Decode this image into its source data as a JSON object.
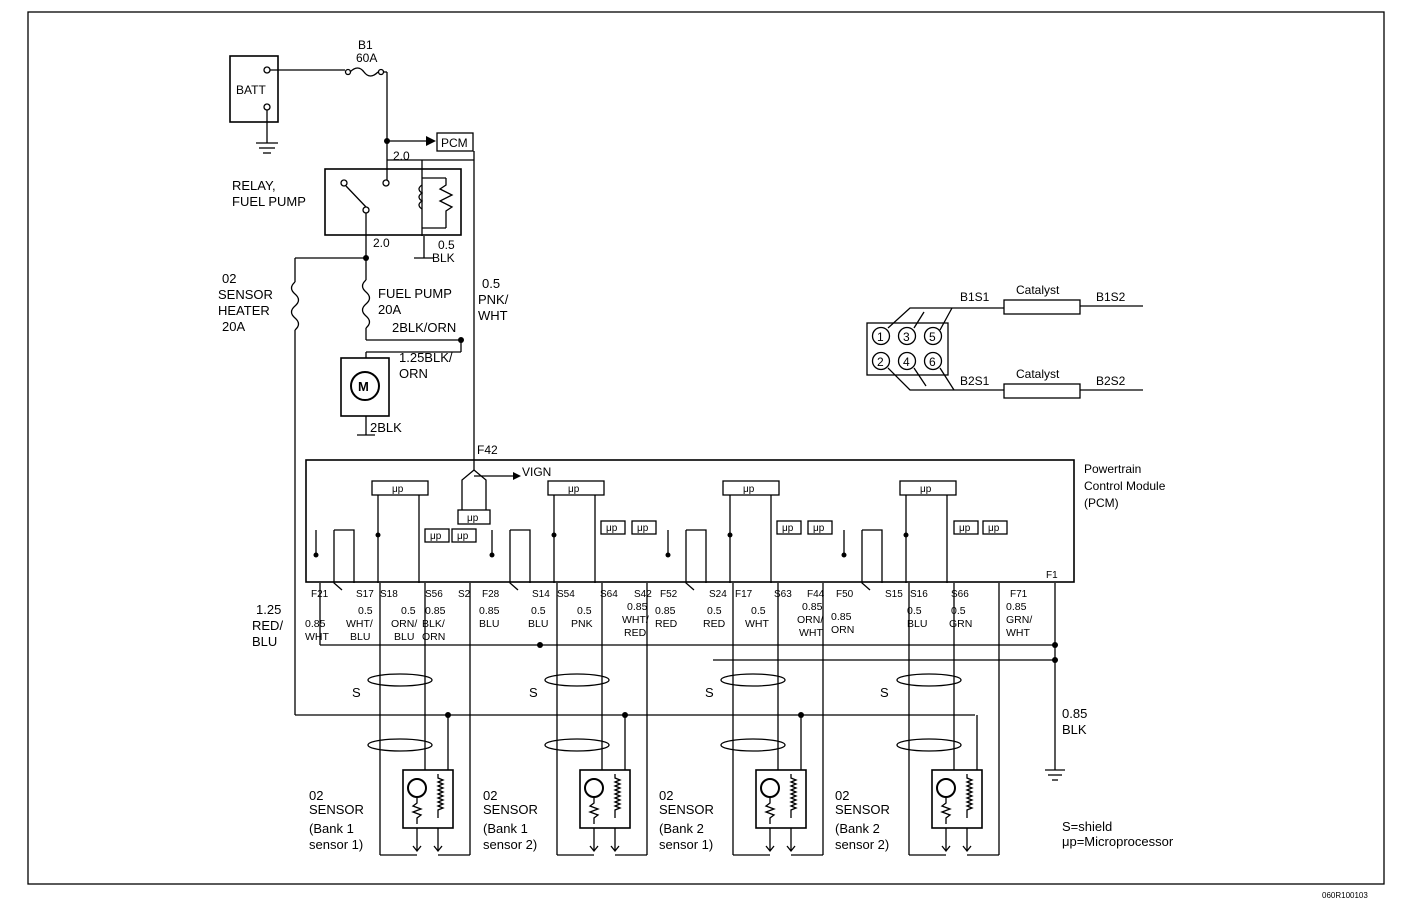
{
  "battery": {
    "label": "BATT"
  },
  "fuse_main": {
    "id": "B1",
    "rating": "60A"
  },
  "pcm_tag": "PCM",
  "relay": {
    "line1": "RELAY,",
    "line2": "FUEL PUMP",
    "in_gauge": "2.0",
    "out_gauge": "2.0",
    "coil_gauge": "0.5",
    "coil_color": "BLK"
  },
  "o2_heater_fuse": {
    "l1": "02",
    "l2": "SENSOR",
    "l3": "HEATER",
    "l4": "20A"
  },
  "fuel_pump_fuse": {
    "l1": "FUEL PUMP",
    "l2": "20A"
  },
  "wires": {
    "pump_feed": "2BLK/ORN",
    "motor_feed_1": "1.25BLK/",
    "motor_feed_2": "ORN",
    "motor_gnd": "2BLK",
    "ign_1": "0.5",
    "ign_2": "PNK/",
    "ign_3": "WHT",
    "heater_1": "1.25",
    "heater_2": "RED/",
    "heater_3": "BLU",
    "ground_1": "0.85",
    "ground_2": "BLK"
  },
  "motor_symbol": "M",
  "ign_pin": "F42",
  "vign": "VIGN",
  "micro": "μp",
  "pcm": {
    "l1": "Powertrain",
    "l2": "Control Module",
    "l3": "(PCM)",
    "corner_pin": "F1"
  },
  "pins": [
    "F21",
    "S17",
    "S18",
    "S56",
    "S2",
    "F28",
    "S14",
    "S54",
    "S64",
    "S42",
    "F52",
    "S24",
    "F17",
    "S63",
    "F44",
    "F50",
    "S15",
    "S16",
    "S66",
    "F71"
  ],
  "pin_wires": [
    [
      "0.85",
      "WHT"
    ],
    [
      "0.5",
      "WHT/",
      "BLU"
    ],
    [
      "0.5",
      "ORN/",
      "BLU"
    ],
    [
      "0.85",
      "BLK/",
      "ORN"
    ],
    [
      "0.85",
      "BLU"
    ],
    [
      "0.5",
      "BLU"
    ],
    [
      "0.5",
      "PNK"
    ],
    [
      "0.85",
      "WHT/",
      "RED"
    ],
    [
      "0.85",
      "RED"
    ],
    [
      "0.5",
      "RED"
    ],
    [
      "0.5",
      "WHT"
    ],
    [
      "0.85",
      "ORN/",
      "WHT"
    ],
    [
      "0.85",
      "ORN"
    ],
    [
      "0.5",
      "BLU"
    ],
    [
      "0.5",
      "GRN"
    ],
    [
      "0.85",
      "GRN/",
      "WHT"
    ]
  ],
  "shield_mark": "S",
  "sensors": [
    {
      "l1": "02",
      "l2": "SENSOR",
      "l3": "(Bank 1",
      "l4": "sensor 1)"
    },
    {
      "l1": "02",
      "l2": "SENSOR",
      "l3": "(Bank 1",
      "l4": "sensor 2)"
    },
    {
      "l1": "02",
      "l2": "SENSOR",
      "l3": "(Bank 2",
      "l4": "sensor 1)"
    },
    {
      "l1": "02",
      "l2": "SENSOR",
      "l3": "(Bank 2",
      "l4": "sensor 2)"
    }
  ],
  "cylinders": [
    "1",
    "3",
    "5",
    "2",
    "4",
    "6"
  ],
  "exhaust": {
    "b1s1": "B1S1",
    "b1s2": "B1S2",
    "b2s1": "B2S1",
    "b2s2": "B2S2",
    "catalyst": "Catalyst"
  },
  "legend": {
    "shield": "S=shield",
    "micro": "μp=Microprocessor"
  },
  "figure_code": "060R100103"
}
